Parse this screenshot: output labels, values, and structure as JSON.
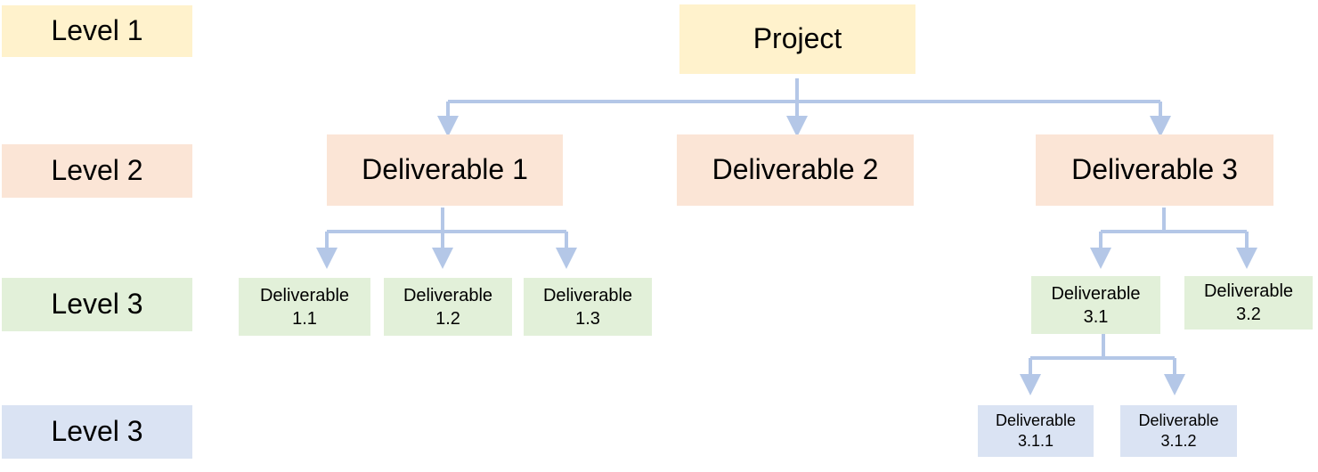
{
  "levels": [
    "Level 1",
    "Level 2",
    "Level 3",
    "Level 3"
  ],
  "root": {
    "label": "Project"
  },
  "deliverables": [
    {
      "label": "Deliverable 1"
    },
    {
      "label": "Deliverable 2"
    },
    {
      "label": "Deliverable 3"
    }
  ],
  "sub_deliverables": [
    {
      "line1": "Deliverable",
      "line2": "1.1"
    },
    {
      "line1": "Deliverable",
      "line2": "1.2"
    },
    {
      "line1": "Deliverable",
      "line2": "1.3"
    },
    {
      "line1": "Deliverable",
      "line2": "3.1"
    },
    {
      "line1": "Deliverable",
      "line2": "3.2"
    }
  ],
  "sub_sub_deliverables": [
    {
      "line1": "Deliverable",
      "line2": "3.1.1"
    },
    {
      "line1": "Deliverable",
      "line2": "3.1.2"
    }
  ],
  "colors": {
    "level1": "#fff2cc",
    "level2": "#fbe5d6",
    "level3": "#e2f0d9",
    "level4": "#dae3f3",
    "connector": "#b4c7e7"
  }
}
